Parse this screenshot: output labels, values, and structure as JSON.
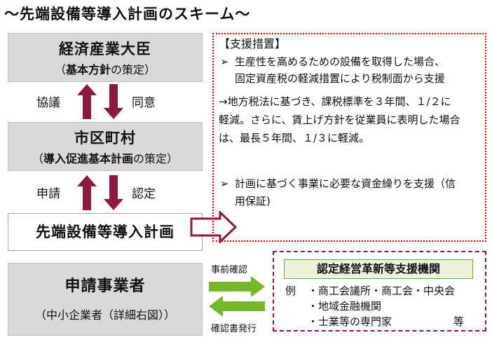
{
  "title": "〜先端設備等導入計画のスキーム〜",
  "minister": {
    "name": "経済産業大臣",
    "sub_open": "（",
    "sub_bold": "基本方針",
    "sub_rest": "の策定）"
  },
  "arrows1": {
    "left": "協議",
    "right": "同意"
  },
  "municipality": {
    "name": "市区町村",
    "sub_open": "（",
    "sub_bold": "導入促進基本計画",
    "sub_rest": "の策定）"
  },
  "arrows2": {
    "left": "申請",
    "right": "認定"
  },
  "plan": {
    "label": "先端設備等導入計画"
  },
  "applicant": {
    "name": "申請事業者",
    "sub": "（中小企業者（詳細右図））"
  },
  "support": {
    "heading": "【支援措置】",
    "bullet_mark": "➢",
    "b1_l1": "生産性を高めるための設備を取得した場合、",
    "b1_l2": "固定資産税の軽減措置により税制面から支援",
    "n_l1": "→地方税法に基づき、課税標準を３年間、１/２に",
    "n_l2": "軽減。さらに、賃上げ方針を従業員に表明した場合",
    "n_l3": "は、最長５年間、１/３に軽減。",
    "b2_l1": "計画に基づく事業に必要な資金繰りを支援（信",
    "b2_l2": "用保証)"
  },
  "confirm": {
    "top": "事前確認",
    "bottom": "確認書発行"
  },
  "agency": {
    "title": "認定経営革新等支援機関",
    "ex_label": "例",
    "e1": "・商工会議所・商工会・中央会",
    "e2": "・地域金融機関",
    "e3": "・士業等の専門家",
    "e_tail": "等"
  },
  "colors": {
    "arrow_maroon": "#8b1a3c",
    "arrow_green": "#77b82a",
    "dotted_red": "#e00000",
    "box_gray": "#d9d9d9"
  }
}
